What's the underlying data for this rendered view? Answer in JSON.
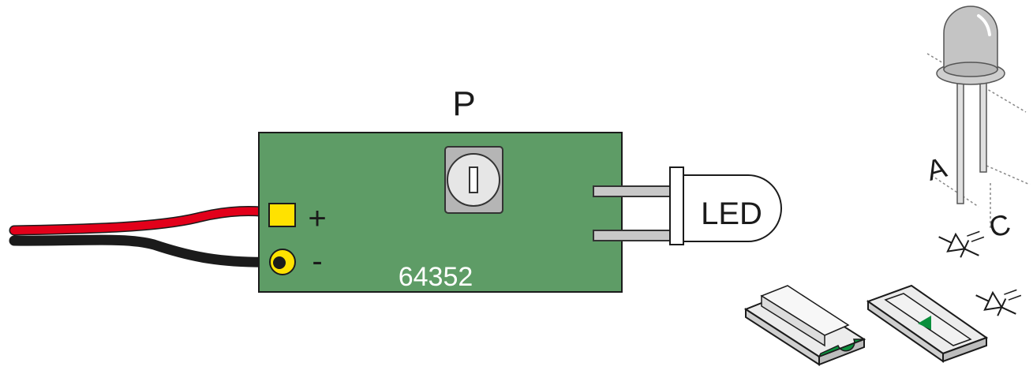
{
  "labels": {
    "potentiometer": "P",
    "plus": "+",
    "minus": "-",
    "part_number": "64352",
    "led": "LED",
    "anode": "A",
    "cathode": "C"
  },
  "colors": {
    "pcb": "#5e9c66",
    "pad": "#ffe200",
    "wire_red": "#e2001a",
    "wire_black": "#1b1b1b",
    "smd_green": "#0a8f3c"
  },
  "icons": [
    "led-symbol-icon",
    "led-symbol-icon"
  ]
}
